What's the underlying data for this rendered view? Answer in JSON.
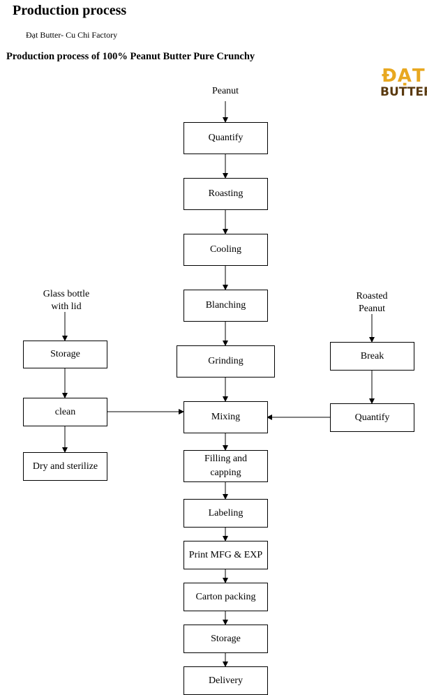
{
  "header": {
    "title": "Production process",
    "subtitle": "Đạt Butter- Cu Chi Factory",
    "heading": "Production process of 100% Peanut Butter Pure Crunchy"
  },
  "logo": {
    "line1": "ĐẠT",
    "line2": "BUTTER",
    "colors": {
      "line1": "#e8a820",
      "line2": "#5a3a10"
    }
  },
  "inputs": {
    "peanut": "Peanut",
    "glass_bottle": "Glass bottle with lid",
    "roasted_peanut": "Roasted Peanut"
  },
  "main_steps": {
    "quantify": "Quantify",
    "roasting": "Roasting",
    "cooling": "Cooling",
    "blanching": "Blanching",
    "grinding": "Grinding",
    "mixing": "Mixing",
    "filling": "Filling and capping",
    "labeling": "Labeling",
    "print": "Print MFG & EXP",
    "carton": "Carton packing",
    "storage": "Storage",
    "delivery": "Delivery"
  },
  "left_steps": {
    "storage": "Storage",
    "clean": "clean",
    "dry": "Dry and sterilize"
  },
  "right_steps": {
    "break": "Break",
    "quantify": "Quantify"
  }
}
